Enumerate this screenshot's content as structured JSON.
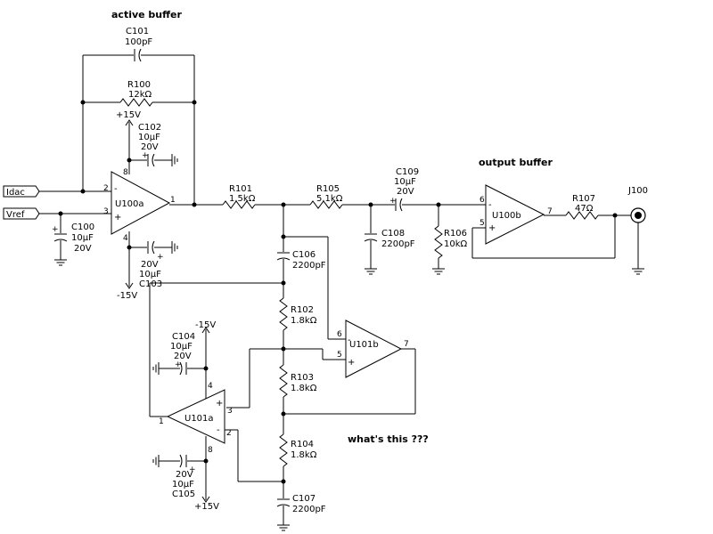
{
  "annotations": {
    "active_buffer": "active buffer",
    "output_buffer": "output buffer",
    "question": "what's this ???"
  },
  "inputs": {
    "idac": "Idac",
    "vref": "Vref"
  },
  "connector": "J100",
  "supplies": {
    "plus": "+15V",
    "minus": "-15V"
  },
  "opamps": {
    "u100a": "U100a",
    "u100b": "U100b",
    "u101a": "U101a",
    "u101b": "U101b"
  },
  "pins": {
    "p1": "1",
    "p2": "2",
    "p3": "3",
    "p4": "4",
    "p5": "5",
    "p6": "6",
    "p7": "7",
    "p8": "8"
  },
  "polarity": {
    "plus": "+",
    "minus": "-"
  },
  "components": {
    "c101": {
      "ref": "C101",
      "value": "100pF"
    },
    "r100": {
      "ref": "R100",
      "value": "12kΩ"
    },
    "c102": {
      "ref": "C102",
      "value": "10µF",
      "rating": "20V"
    },
    "c100": {
      "ref": "C100",
      "value": "10µF",
      "rating": "20V"
    },
    "c103": {
      "ref": "C103",
      "value": "10µF",
      "rating": "20V"
    },
    "r101": {
      "ref": "R101",
      "value": "1.5kΩ"
    },
    "r105": {
      "ref": "R105",
      "value": "5.1kΩ"
    },
    "c109": {
      "ref": "C109",
      "value": "10µF",
      "rating": "20V"
    },
    "c108": {
      "ref": "C108",
      "value": "2200pF"
    },
    "r106": {
      "ref": "R106",
      "value": "10kΩ"
    },
    "r107": {
      "ref": "R107",
      "value": "47Ω"
    },
    "c106": {
      "ref": "C106",
      "value": "2200pF"
    },
    "r102": {
      "ref": "R102",
      "value": "1.8kΩ"
    },
    "r103": {
      "ref": "R103",
      "value": "1.8kΩ"
    },
    "r104": {
      "ref": "R104",
      "value": "1.8kΩ"
    },
    "c104": {
      "ref": "C104",
      "value": "10µF",
      "rating": "20V"
    },
    "c105": {
      "ref": "C105",
      "value": "10µF",
      "rating": "20V"
    },
    "c107": {
      "ref": "C107",
      "value": "2200pF"
    }
  }
}
